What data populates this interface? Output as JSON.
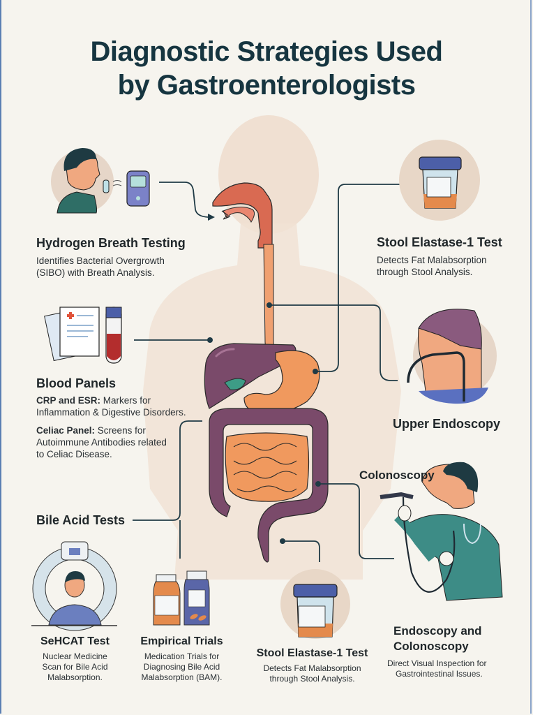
{
  "title": {
    "line1": "Diagnostic Strategies Used",
    "line2": "by Gastroenterologists"
  },
  "colors": {
    "background": "#f6f4ee",
    "title": "#163540",
    "connector": "#1f3a45",
    "body_silhouette": "#efdccd",
    "organ_purple": "#7a4a6a",
    "organ_orange": "#f0995e",
    "accent_teal": "#3d8c86",
    "accent_blue": "#5b6fb5"
  },
  "sections": {
    "hydrogen": {
      "heading": "Hydrogen Breath Testing",
      "desc_line1": "Identifies Bacterial Overgrowth",
      "desc_line2": "(SIBO) with Breath Analysis.",
      "icon": "person-breath-analyzer-icon"
    },
    "stool_top": {
      "heading": "Stool Elastase-1 Test",
      "desc_line1": "Detects Fat Malabsorption",
      "desc_line2": "through Stool Analysis.",
      "icon": "specimen-cup-icon"
    },
    "blood": {
      "heading": "Blood Panels",
      "crp_label": "CRP and ESR:",
      "crp_text": " Markers for",
      "crp_line2": "Inflammation & Digestive Disorders.",
      "celiac_label": "Celiac Panel:",
      "celiac_text": " Screens for",
      "celiac_line2": "Autoimmune Antibodies related",
      "celiac_line3": "to Celiac Disease.",
      "icon": "lab-report-blood-tube-icon"
    },
    "upper_endo": {
      "heading": "Upper Endoscopy",
      "icon": "endoscope-head-profile-icon"
    },
    "colonoscopy": {
      "heading": "Colonoscopy",
      "icon": "doctor-colonoscope-icon"
    },
    "bile": {
      "heading": "Bile Acid Tests"
    },
    "sehcat": {
      "heading": "SeHCAT Test",
      "desc_line1": "Nuclear Medicine",
      "desc_line2": "Scan for Bile Acid",
      "desc_line3": "Malabsorption.",
      "icon": "scanner-patient-icon"
    },
    "empirical": {
      "heading": "Empirical Trials",
      "desc_line1": "Medication Trials for",
      "desc_line2": "Diagnosing Bile Acid",
      "desc_line3": "Malabsorption (BAM).",
      "icon": "medication-bottles-icon"
    },
    "stool_bottom": {
      "heading": "Stool Elastase-1 Test",
      "desc_line1": "Detects Fat Malabsorption",
      "desc_line2": "through Stool Analysis.",
      "icon": "specimen-cup-icon"
    },
    "endo_colono": {
      "heading_line1": "Endoscopy and",
      "heading_line2": "Colonoscopy",
      "desc_line1": "Direct Visual Inspection for",
      "desc_line2": "Gastrointestinal Issues."
    }
  }
}
